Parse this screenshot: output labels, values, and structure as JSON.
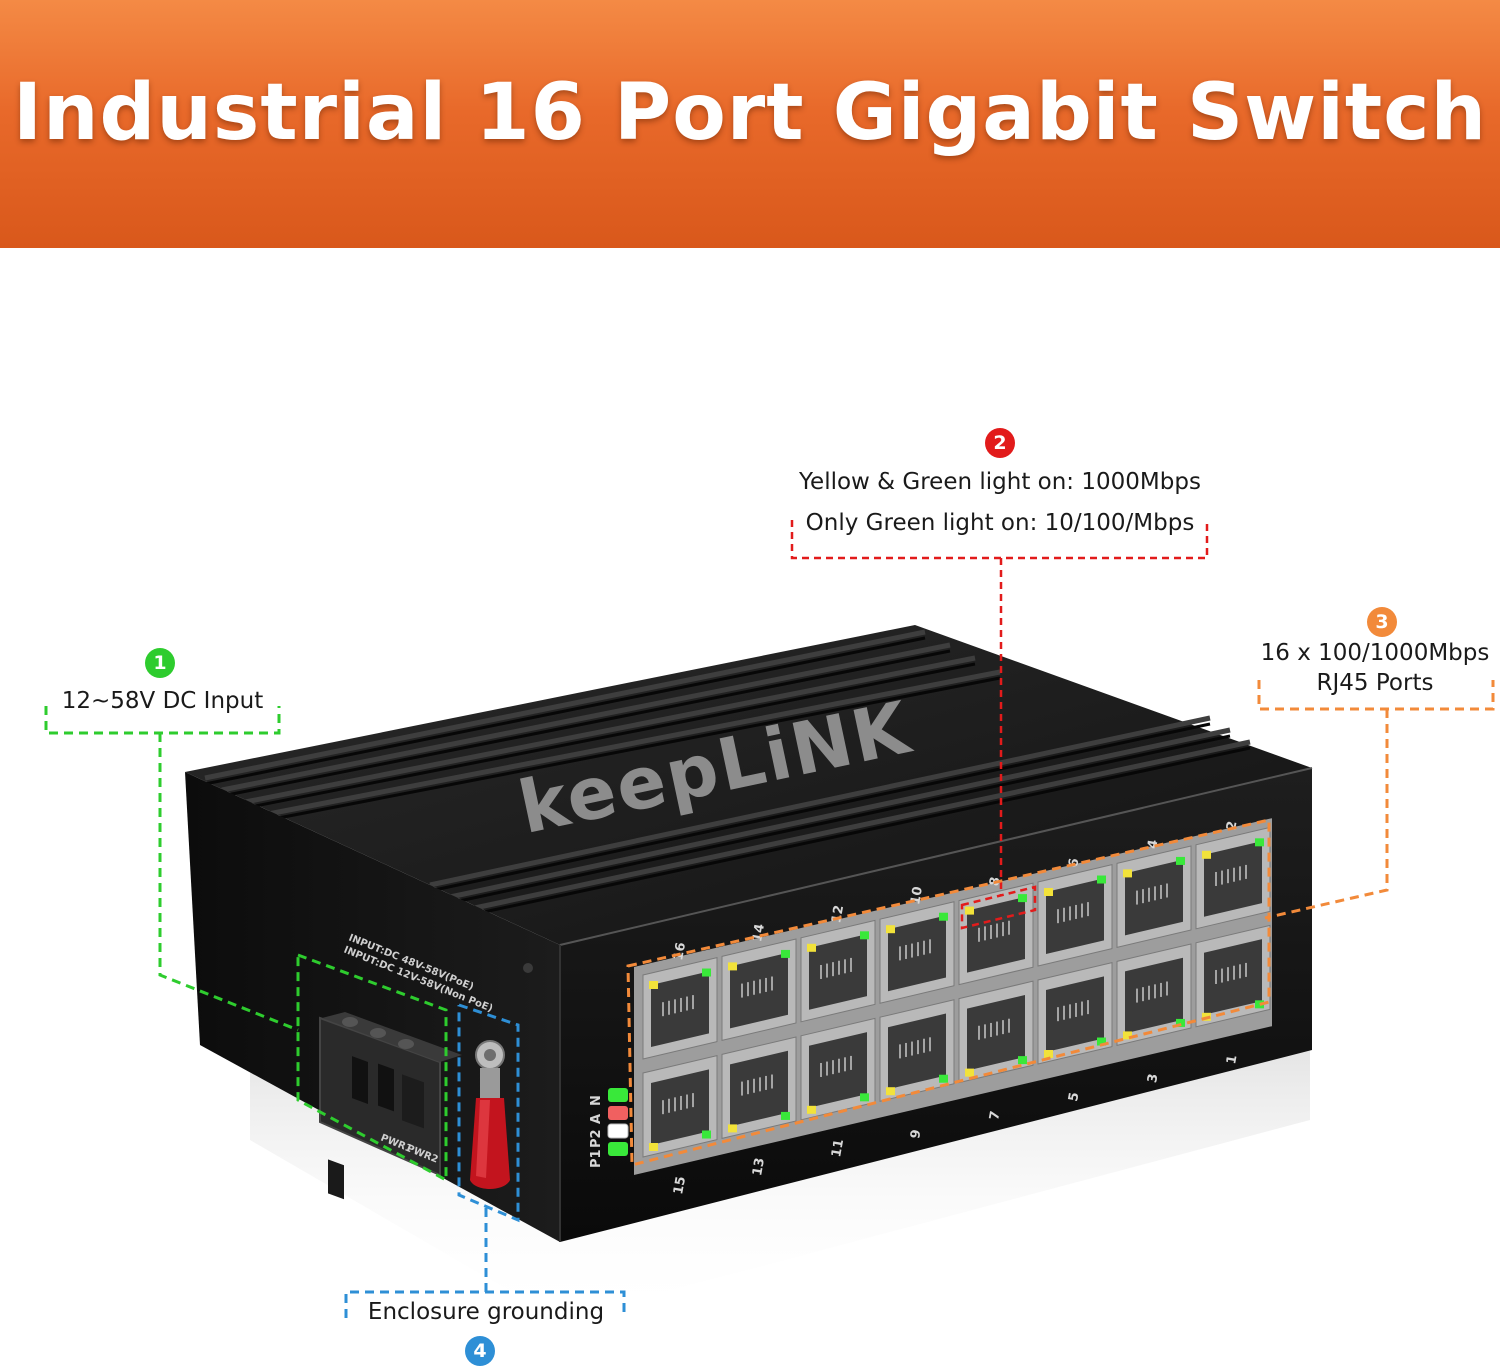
{
  "banner": {
    "title": "Industrial 16 Port Gigabit Switch"
  },
  "product": {
    "brand": "keepLiNK",
    "input_labels": [
      "INPUT:DC 48V-58V(PoE)",
      "INPUT:DC 12V-58V(Non PoE)"
    ],
    "terminal_labels": [
      "PWR1",
      "PWR2"
    ],
    "led_labels": [
      "P1",
      "P2",
      "A",
      "N"
    ],
    "top_port_numbers": [
      "16",
      "14",
      "12",
      "10",
      "8",
      "6",
      "4",
      "2"
    ],
    "bottom_port_numbers": [
      "15",
      "13",
      "11",
      "9",
      "7",
      "5",
      "3",
      "1"
    ]
  },
  "callouts": {
    "power": {
      "number": "1",
      "text": "12~58V DC Input"
    },
    "leds": {
      "number": "2",
      "line1": "Yellow & Green light on: 1000Mbps",
      "line2": "Only Green light on: 10/100/Mbps"
    },
    "ports": {
      "number": "3",
      "line1": "16 x 100/1000Mbps",
      "line2": "RJ45 Ports"
    },
    "ground": {
      "number": "4",
      "text": "Enclosure grounding"
    }
  },
  "colors": {
    "banner_orange": "#e8692a",
    "callout_green": "#2ecc2e",
    "callout_red": "#e21b1b",
    "callout_orange": "#f28a3a",
    "callout_blue": "#2e8fd6",
    "led_yellow": "#f2e23a",
    "led_green": "#39e83a"
  }
}
